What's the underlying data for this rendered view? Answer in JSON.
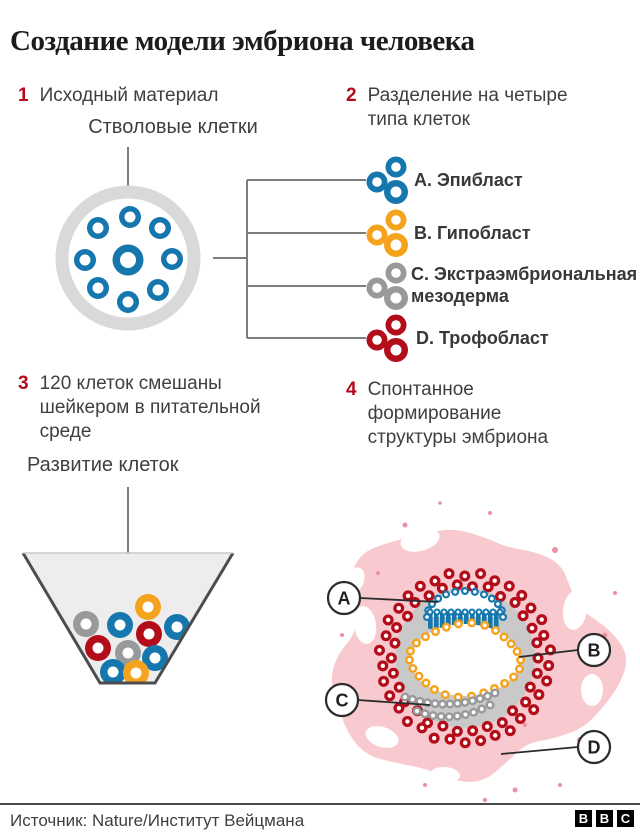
{
  "title": "Создание модели эмбриона человека",
  "steps": [
    {
      "num": "1",
      "text": "Исходный материал"
    },
    {
      "num": "2",
      "text": "Разделение на четыре\nтипа клеток"
    },
    {
      "num": "3",
      "text": "120 клеток смешаны\nшейкером в питательной\nсреде"
    },
    {
      "num": "4",
      "text": "Спонтанное\nформирование\nструктуры эмбриона"
    }
  ],
  "annotations": {
    "stem_cells": "Стволовые клетки",
    "cell_growth": "Развитие клеток"
  },
  "cell_types": [
    {
      "letter": "A",
      "label": "A. Эпибласт",
      "color": "#1577ad"
    },
    {
      "letter": "B",
      "label": "B. Гипобласт",
      "color": "#f5a21c"
    },
    {
      "letter": "C",
      "label": "C. Экстраэмбриональная\nмезодерма",
      "color": "#97999b"
    },
    {
      "letter": "D",
      "label": "D. Трофобласт",
      "color": "#b30d1a"
    }
  ],
  "embryo": {
    "labels": [
      "A",
      "B",
      "C",
      "D"
    ]
  },
  "colors": {
    "accent_red": "#b5091c",
    "cell_blue": "#1577ad",
    "cell_orange": "#f5a21c",
    "cell_gray": "#97999b",
    "cell_red": "#b30d1a",
    "dish_ring": "#d9d9d9",
    "funnel_fill": "#ededed",
    "funnel_stroke": "#4d4d4d",
    "embryo_inner": "#c9c9c9",
    "blob_pink": "#f8c9cf",
    "blob_speck": "#ea92a3",
    "line_gray": "#7d7d7d"
  },
  "footer": {
    "source": "Источник: Nature/Институт Вейцмана",
    "logo_letters": [
      "B",
      "B",
      "C"
    ]
  }
}
